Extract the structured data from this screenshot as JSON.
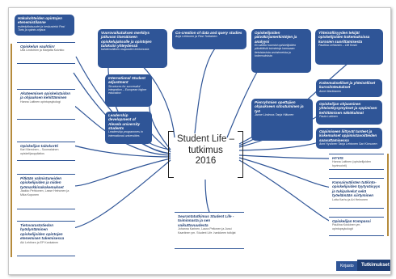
{
  "center_title": {
    "line1": "Student Life –",
    "line2": "tutkimus",
    "line3": "2016"
  },
  "top_boxes": [
    {
      "title": "Hakukohteiden opintojen etenemistilanne",
      "sub": "esittelytilaisuudet ja keskustelut Pasi Turts ja opinto-ohjaus"
    },
    {
      "title": "Vuorovaikutuksen merkitys jatkuvan itsenäiseen opiskelujaksolle ja opintojen tuloksiin yhteydessä",
      "sub": "kahdenvälisen osapuolen kertomusta"
    },
    {
      "title": "Co-creation of data and query studies",
      "sub": "Anja Lehtonen ja Pasi Turtiainen"
    },
    {
      "title": "Opiskelijoiden päiväkirjamerkintöjen ja analyysi",
      "sub": "Eri-aloilla huomiot opiskelijoiden päivittäisiä toimintoja kanssaan tietoistavista arvioinneista ja kokemuksista"
    },
    {
      "title": "Yhteisöllisyyden tekijät opiskelijoiden kokemuksissa kurssien suorittamisesta",
      "sub": "Pauliina Lehtonen – Olli Koski"
    }
  ],
  "mid_boxes": [
    {
      "title": "International Student adjustment",
      "sub": "Structures for successful integration – European higher education"
    },
    {
      "title": "Leadership development of Alexela university students",
      "sub": "Leadership programmes in international universities"
    },
    {
      "title": "Pienryhmien opettajien ohjaukseen sitoutuminen ja työ",
      "sub": "Janne Lindroos Tanja Hiltunen"
    },
    {
      "title": "Kokemukselliset ja yhteisölliset kurssitoteutukset",
      "sub": "Anne Markkanen"
    },
    {
      "title": "Opiskelijan ohjaaminen yhteisökysymykset ja oppimisen kehittämisen näkökulmat",
      "sub": "Paula Laitinen"
    },
    {
      "title": "Oppimiseen liittyvät tunteet ja kokemukset oppimistavoitteiden saavuttamisessa",
      "sub": "Anni Hyvönen Tanja Lehtonen Sari Kinnunen"
    }
  ],
  "left_items": [
    {
      "title": "Opiskelun vauhtiin!",
      "sub": "Ulla Lindström ja Marjatta Koivisto"
    },
    {
      "title": "Akateemisen opiskelutaidon ja ohjauksen kehittäminen",
      "sub": "Hanna Laitinen opintopsykologi"
    },
    {
      "title": "Opiskelijan taitokortti",
      "sub": "Kari Nieminen – Suomalainen opiskelijaoppilaitos"
    },
    {
      "title": "Pitkään valmistuneiden opiskelijoiden ja niiden työmarkkinakokemukset",
      "sub": "Jaakko Pehkonen, Lasse Heinonen ja Mika Koponen"
    },
    {
      "title": "Tietovarastotiedon hyödyntäminen opiskelijoiden opintojen etenemisen tukemisessa",
      "sub": "Aki Lehtinen ja EP Kankainen"
    }
  ],
  "right_items": [
    {
      "title": "HYVIS",
      "sub": "Hanna Laitinen (opiskelijoiden hyvinvointi)"
    },
    {
      "title": "Kansainvälisten tutkinto-opiskelijoiden tyytyväisyys ja tukipalvelut sekä työelämään siirtyminen",
      "sub": "Lotta Karhu ja Ari Heinonen"
    },
    {
      "title": "Opiskelijan Kompassi",
      "sub": "Pauliina Koskinen ym. opintopsykologit"
    }
  ],
  "bottom_center": {
    "title": "Seurantatutkimus Student Life -toiminnasta ja sen vaikuttavuudesta",
    "sub": "Johanna Karinen, Laura Peltonen ja Jussi Kaartinen ym. Student Life -hankkeen tutkijat"
  },
  "footer": {
    "left_label": "Kirjasto",
    "right_label": "Tutkimukset"
  },
  "colors": {
    "box": "#2f5597",
    "line": "#2f5597",
    "bracket": "#222222",
    "rule": "#b58b3c"
  }
}
